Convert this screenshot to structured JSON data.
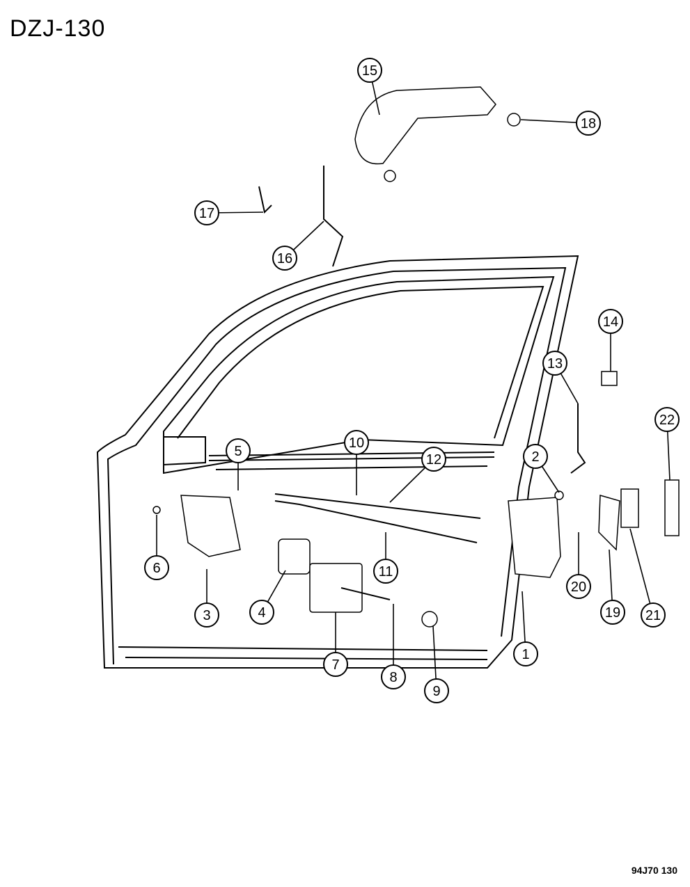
{
  "diagram_id": "DZJ-130",
  "footer_code": "94J70 130",
  "callouts": [
    {
      "label": "1"
    },
    {
      "label": "2"
    },
    {
      "label": "3"
    },
    {
      "label": "4"
    },
    {
      "label": "5"
    },
    {
      "label": "6"
    },
    {
      "label": "7"
    },
    {
      "label": "8"
    },
    {
      "label": "9"
    },
    {
      "label": "10"
    },
    {
      "label": "11"
    },
    {
      "label": "12"
    },
    {
      "label": "13"
    },
    {
      "label": "14"
    },
    {
      "label": "15"
    },
    {
      "label": "16"
    },
    {
      "label": "17"
    },
    {
      "label": "18"
    },
    {
      "label": "19"
    },
    {
      "label": "20"
    },
    {
      "label": "21"
    },
    {
      "label": "22"
    }
  ]
}
